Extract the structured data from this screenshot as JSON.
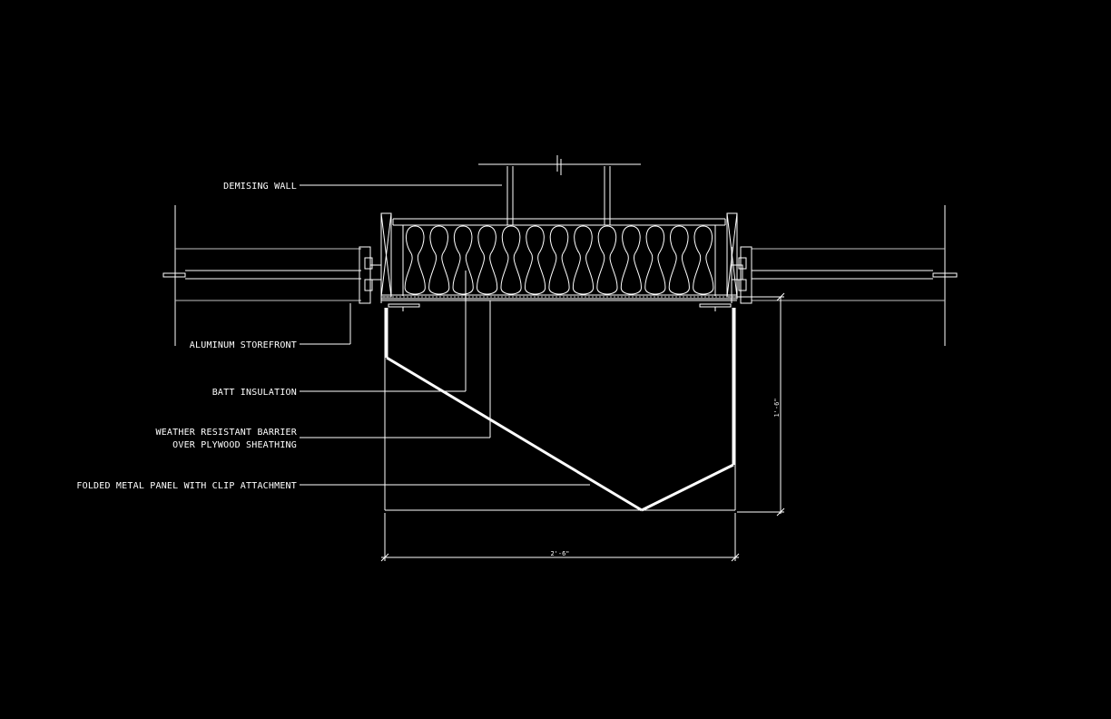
{
  "drawing": {
    "background_color": "#000000",
    "line_color": "#ffffff",
    "labels": {
      "demising_wall": "DEMISING WALL",
      "aluminum_storefront": "ALUMINUM STOREFRONT",
      "batt_insulation": "BATT INSULATION",
      "weather_barrier_line1": "WEATHER RESISTANT BARRIER",
      "weather_barrier_line2": "OVER PLYWOOD SHEATHING",
      "folded_metal_panel": "FOLDED METAL PANEL WITH CLIP ATTACHMENT"
    },
    "dimensions": {
      "height": "1'-6\"",
      "width": "2'-6\""
    },
    "insulation_loops": 13
  }
}
